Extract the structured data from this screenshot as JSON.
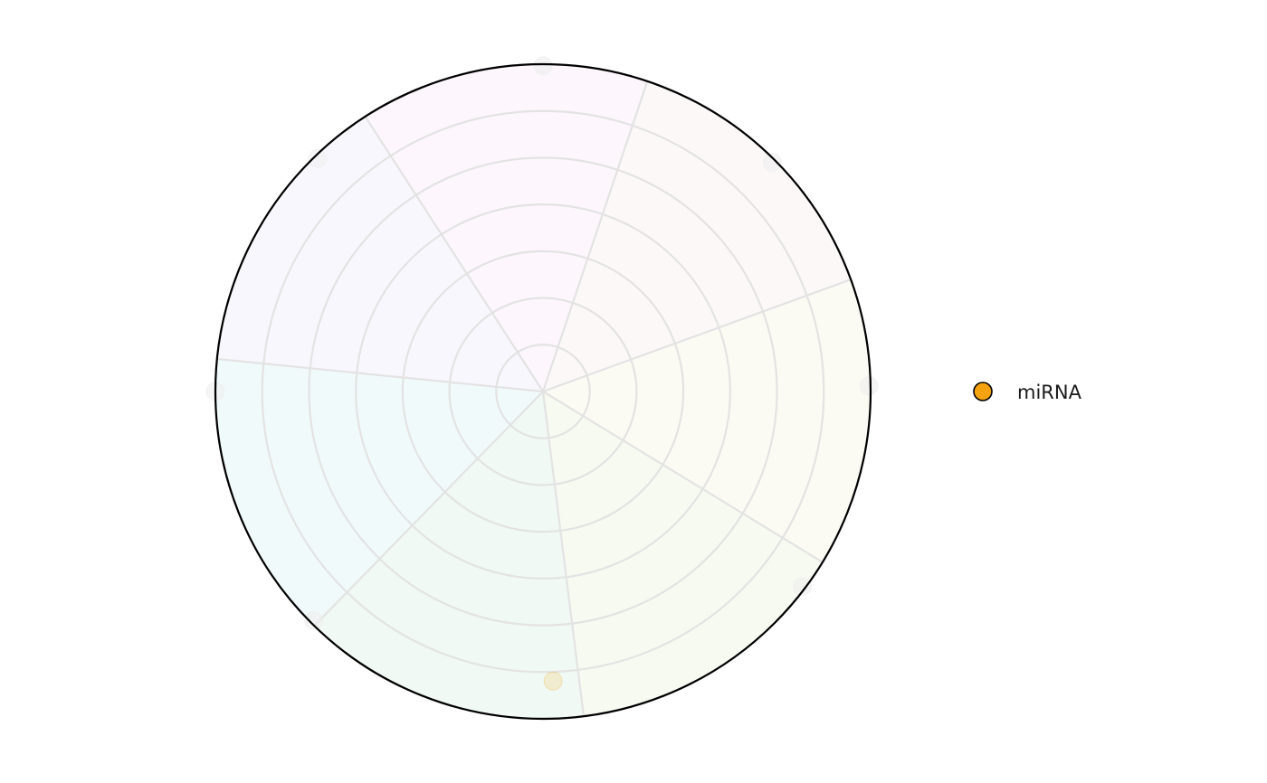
{
  "chart_data": {
    "type": "scatter",
    "projection": "polar",
    "title": "",
    "xlabel": "",
    "ylabel": "",
    "sectors": 7,
    "rings": 7,
    "grid": true,
    "sector_colors": [
      "#fdf6fc",
      "#fdf8f8",
      "#fcfbf3",
      "#f7faf1",
      "#f0f9f3",
      "#f1fafb",
      "#f0f7fe",
      "#f9f7fe"
    ],
    "grid_color": "#e3e3e3",
    "border_color": "#000000",
    "series": [
      {
        "name": "",
        "color": "#eeeeee",
        "marker_alpha": 0.6,
        "points": [
          {
            "angle_deg": 90,
            "r": 0.995
          },
          {
            "angle_deg": 45,
            "r": 0.99
          },
          {
            "angle_deg": 1,
            "r": 0.995
          },
          {
            "angle_deg": -37,
            "r": 0.99
          },
          {
            "angle_deg": -135,
            "r": 0.99
          },
          {
            "angle_deg": 180,
            "r": 1.0
          },
          {
            "angle_deg": 134,
            "r": 0.99
          }
        ]
      },
      {
        "name": "miRNA",
        "color": "#f5a20f",
        "marker_alpha": 0.15,
        "points": [
          {
            "angle_deg": -88,
            "r": 0.885
          }
        ]
      }
    ],
    "legend": {
      "position": "right",
      "entries": [
        {
          "label": "miRNA",
          "color": "#f5a20f"
        }
      ]
    }
  }
}
